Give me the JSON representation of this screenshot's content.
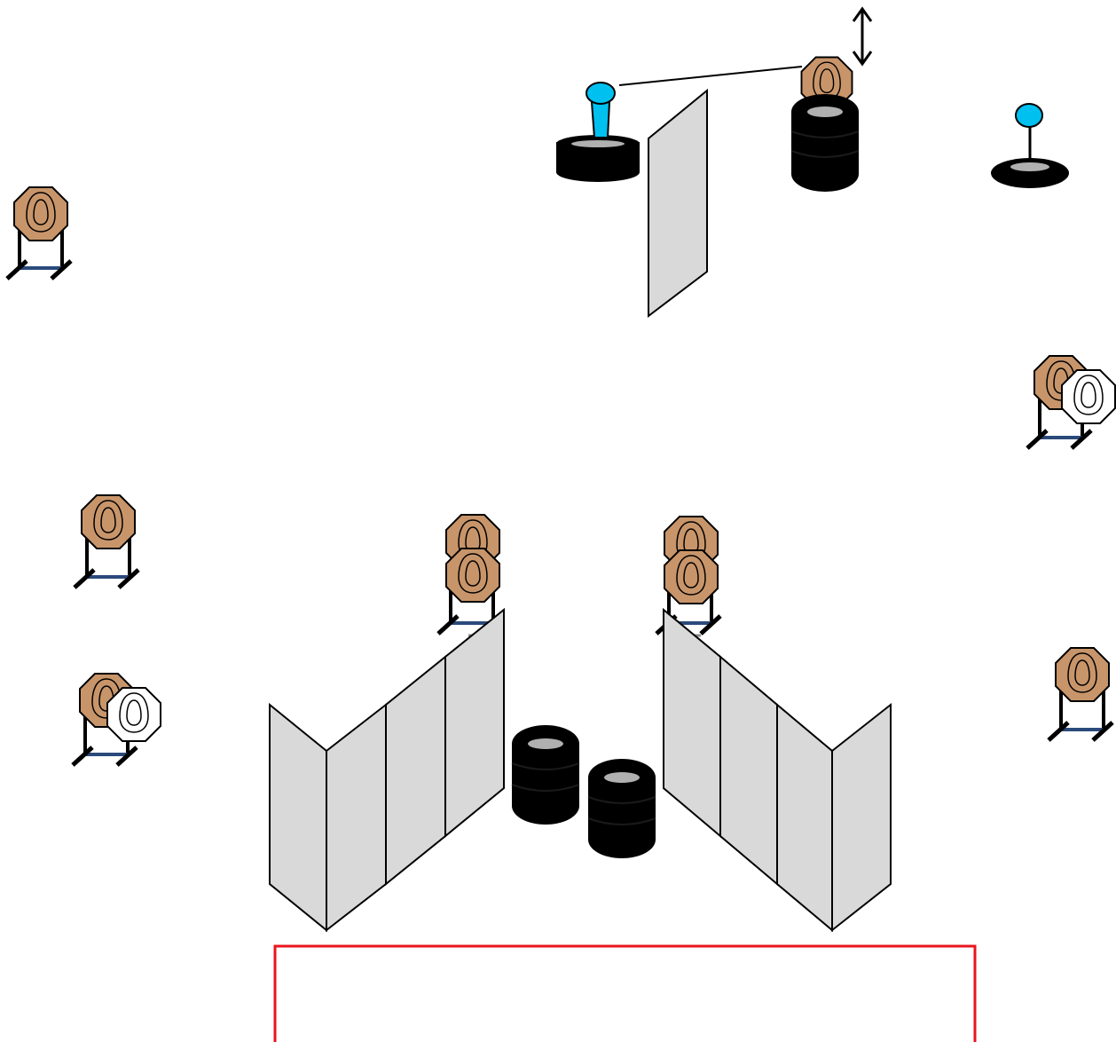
{
  "colors": {
    "cardboard_target": "#c8956a",
    "no_shoot_target": "#ffffff",
    "barrier_fill": "#d9d9d9",
    "popper_head": "#00c0f0",
    "tire": "#000000",
    "tire_hole": "#b0b0b0",
    "shooting_box": "#e8141e",
    "stand_base": "#2a4a7a",
    "outline": "#000000"
  },
  "diagram": {
    "elements": [
      "cardboard-target",
      "cardboard-target-with-no-shoot",
      "double-cardboard-target",
      "barrier-wall",
      "tire-stack",
      "popper",
      "swinger-arrow",
      "shooting-box"
    ]
  }
}
